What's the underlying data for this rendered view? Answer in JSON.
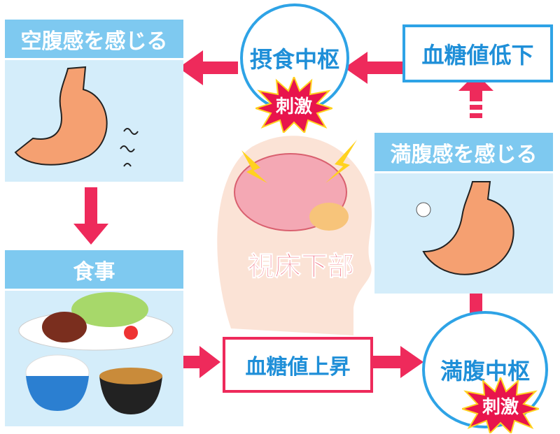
{
  "panels": {
    "hunger": "空腹感を感じる",
    "meal": "食事",
    "full": "満腹感を感じる"
  },
  "centers": {
    "feeding": "摂食中枢",
    "satiety": "満腹中枢"
  },
  "stimulus": "刺激",
  "boxes": {
    "glucose_down": "血糖値低下",
    "glucose_up": "血糖値上昇"
  },
  "brain_label": "視床下部",
  "colors": {
    "arrow": "#ee2a5b",
    "blue": "#2ea3e6",
    "header": "#7ec9f0",
    "panel": "#d4edfa"
  }
}
